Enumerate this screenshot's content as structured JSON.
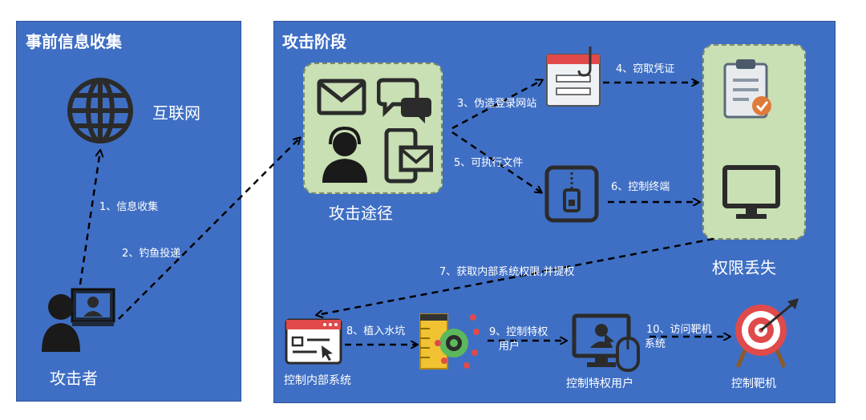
{
  "panels": {
    "left_title": "事前信息收集",
    "right_title": "攻击阶段"
  },
  "nodes": {
    "internet": "互联网",
    "attacker": "攻击者",
    "attack_route": "攻击途径",
    "privilege_loss": "权限丢失",
    "control_internal": "控制内部系统",
    "control_priv_user": "控制特权用户",
    "control_target": "控制靶机"
  },
  "steps": {
    "s1": "1、信息收集",
    "s2": "2、钓鱼投递",
    "s3": "3、伪造登录网站",
    "s4": "4、窃取凭证",
    "s5": "5、可执行文件",
    "s6": "6、控制终端",
    "s7": "7、获取内部系统权限,并提权",
    "s8": "8、植入水坑",
    "s9a": "9、控制特权",
    "s9b": "用户",
    "s10a": "10、访问靶机",
    "s10b": "系统"
  },
  "colors": {
    "panel": "#3f6fc4",
    "green_box": "#c9dfb4",
    "icon_dark": "#2b2b2b",
    "arrow": "#000000"
  },
  "icons": [
    "globe-icon",
    "attacker-icon",
    "mail-icon",
    "chat-icon",
    "agent-icon",
    "phone-mail-icon",
    "phishing-site-icon",
    "clipboard-icon",
    "zip-file-icon",
    "monitor-icon",
    "browser-cursor-icon",
    "gear-ruler-icon",
    "user-monitor-icon",
    "target-icon"
  ]
}
